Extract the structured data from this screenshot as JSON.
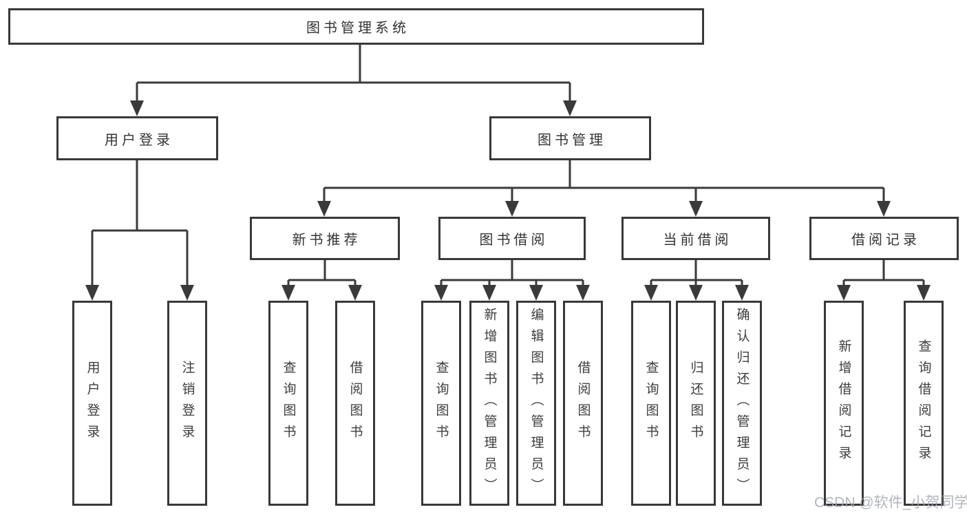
{
  "tree": {
    "label": "图书管理系统",
    "children": [
      {
        "label": "用户登录",
        "children": [
          {
            "label": "用户登录"
          },
          {
            "label": "注销登录"
          }
        ]
      },
      {
        "label": "图书管理",
        "children": [
          {
            "label": "新书推荐",
            "children": [
              {
                "label": "查询图书"
              },
              {
                "label": "借阅图书"
              }
            ]
          },
          {
            "label": "图书借阅",
            "children": [
              {
                "label": "查询图书"
              },
              {
                "label": "新增图书（管理员）"
              },
              {
                "label": "编辑图书（管理员）"
              },
              {
                "label": "借阅图书"
              }
            ]
          },
          {
            "label": "当前借阅",
            "children": [
              {
                "label": "查询图书"
              },
              {
                "label": "归还图书"
              },
              {
                "label": "确认归还（管理员）"
              }
            ]
          },
          {
            "label": "借阅记录",
            "children": [
              {
                "label": "新增借阅记录"
              },
              {
                "label": "查询借阅记录"
              }
            ]
          }
        ]
      }
    ]
  },
  "watermark": {
    "text": "CSDN @软件_小贺同学"
  },
  "colors": {
    "line": "#3a3a3a",
    "box_border": "#383838",
    "text": "#333333",
    "watermark": "#9ea3ab",
    "background": "#ffffff"
  }
}
